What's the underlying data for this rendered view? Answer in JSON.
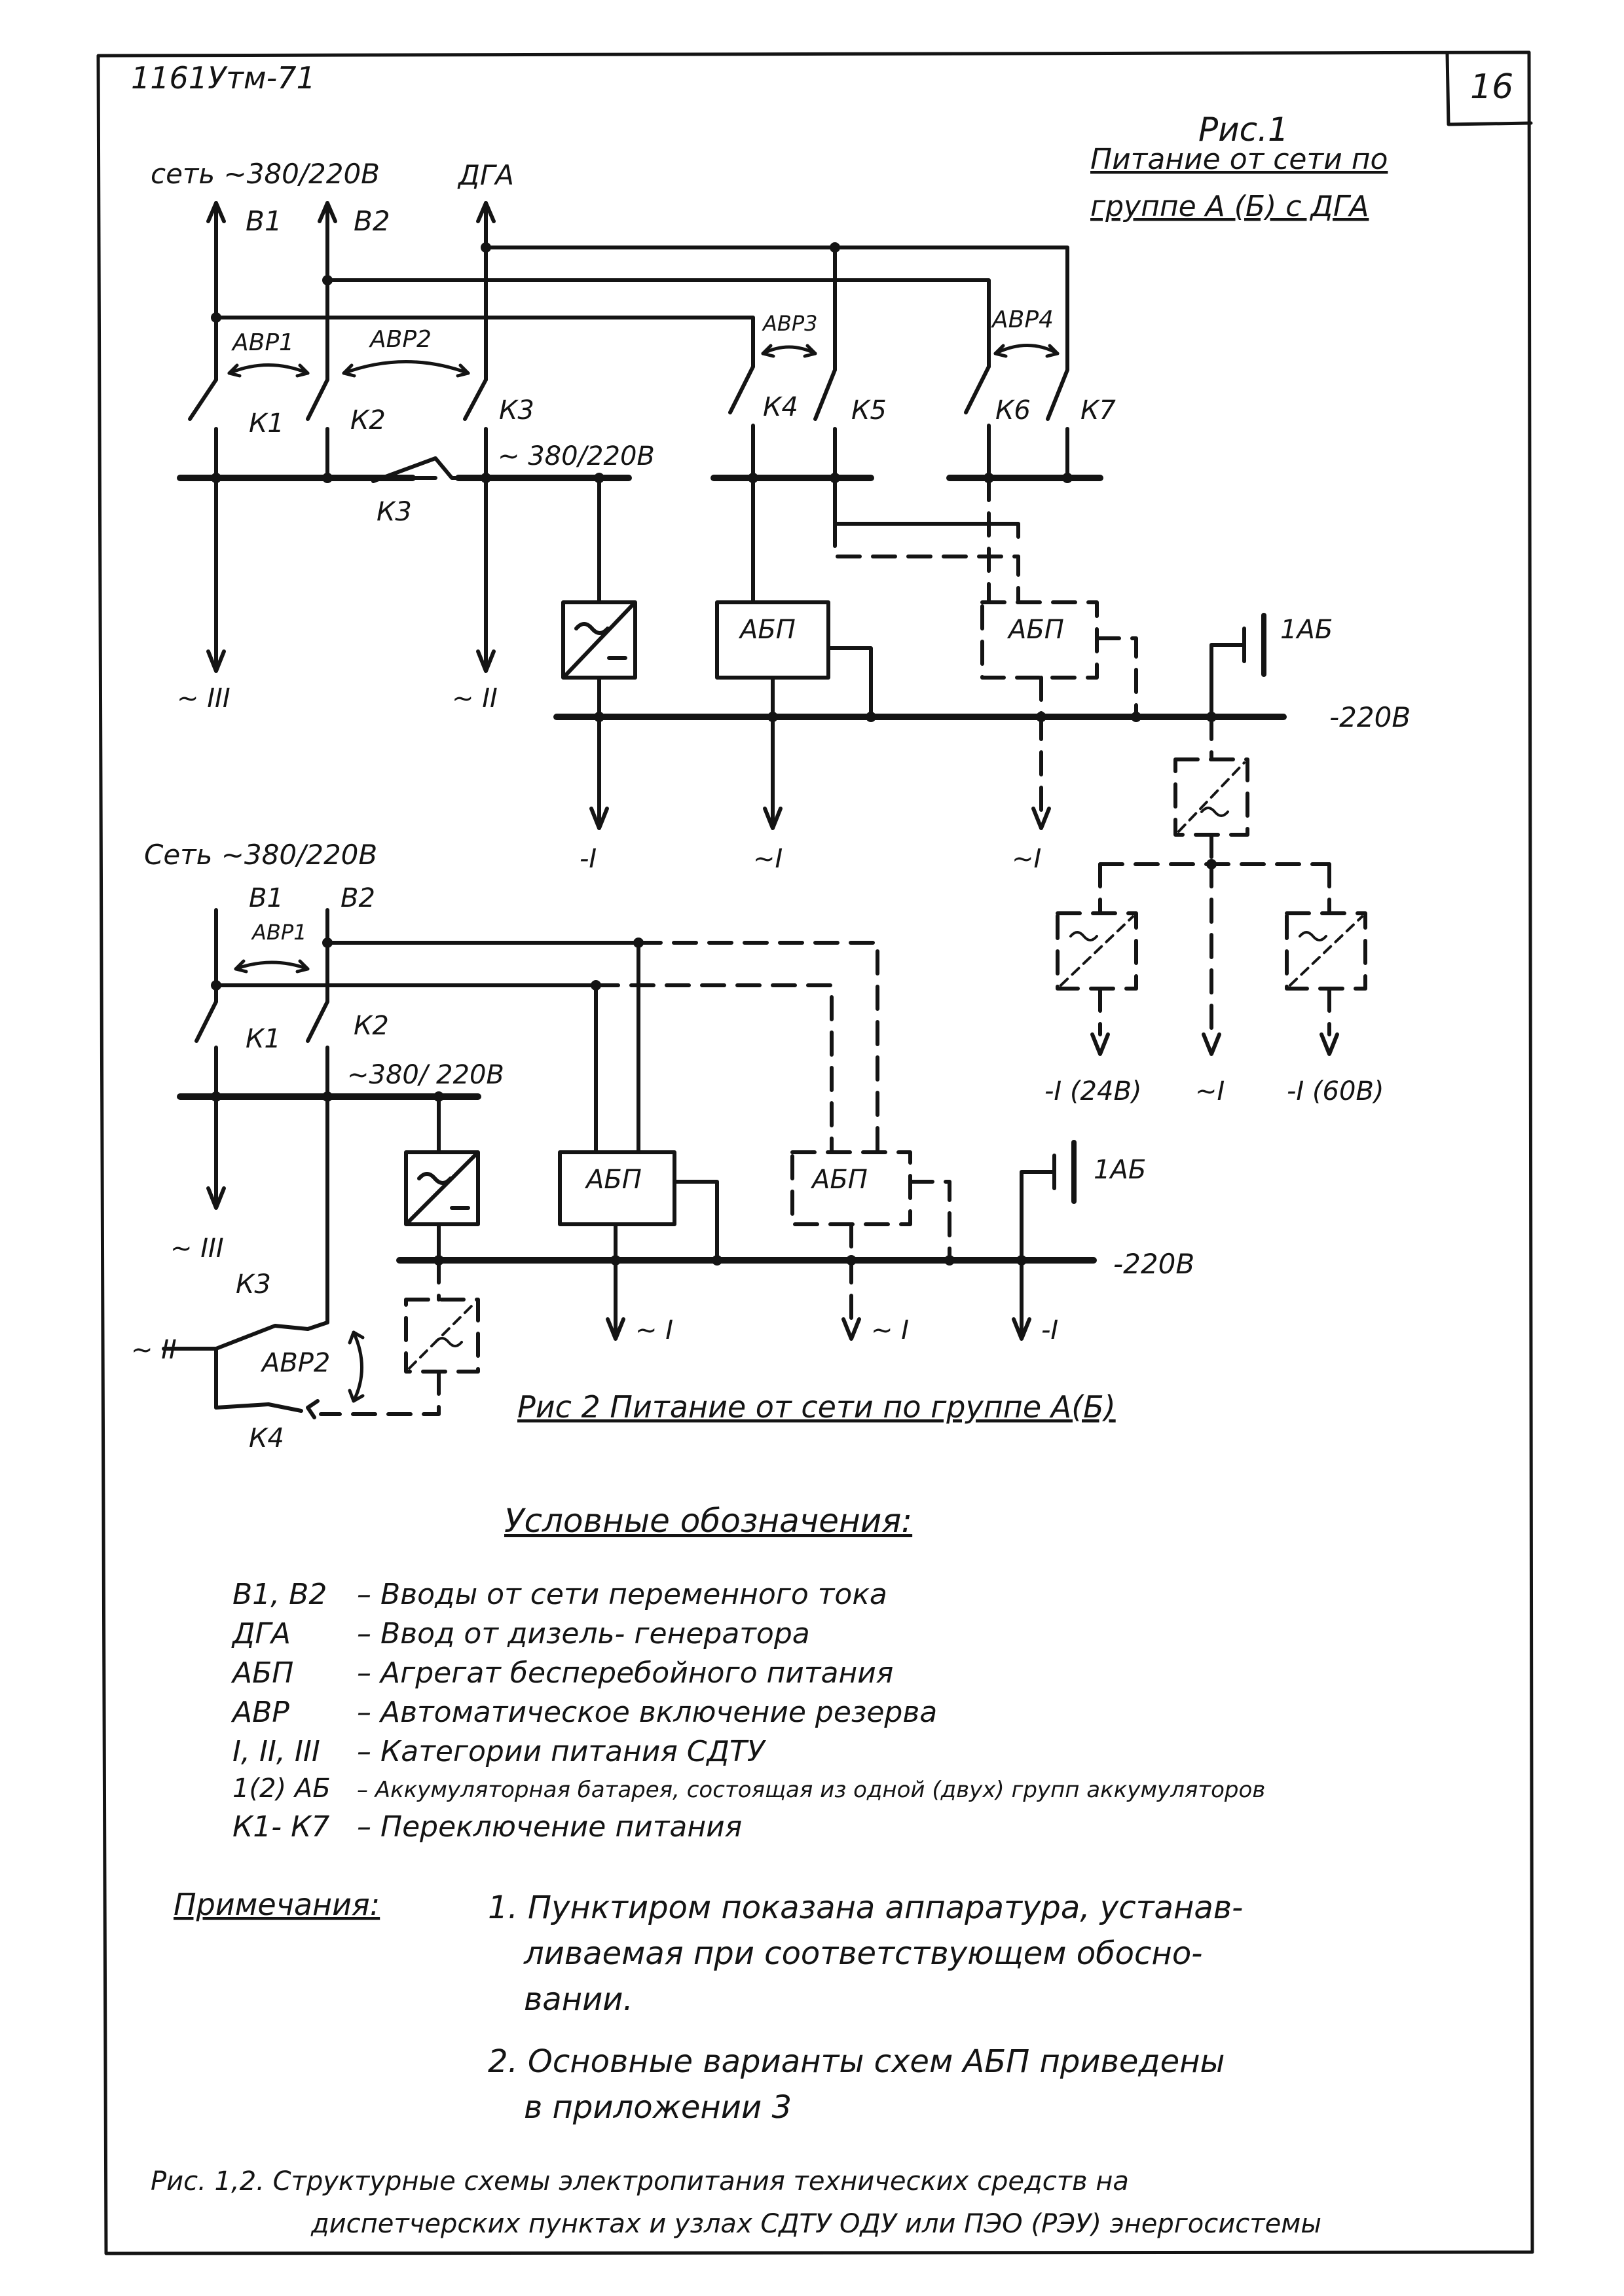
{
  "doc_code": "1161Утм-71",
  "page_number": "16",
  "fig1": {
    "caption_num": "Рис.1",
    "caption_line1": "Питание от сети по",
    "caption_line2": "группе А (Б) с ДГА",
    "source_label": "сеть ~380/220В",
    "dga_label": "ДГА",
    "in1_label": "В1",
    "in2_label": "В2",
    "avr1": "АВР1",
    "avr2": "АВР2",
    "avr3": "АВР3",
    "avr4": "АВР4",
    "k1": "К1",
    "k2": "К2",
    "k3": "К3",
    "k4": "К4",
    "k5": "К5",
    "k6": "К6",
    "k7": "К7",
    "k3_tie": "К3",
    "bus_voltage": "~ 380/220В",
    "out_left": "~ III",
    "out_mid": "~ II",
    "abp_a": "АБП",
    "abp_b": "АБП",
    "battery": "1АБ",
    "dc_bus": "-220В",
    "out_dc1": "-I",
    "out_ac1": "~I",
    "out_ac2": "~I",
    "out_24": "-I (24В)",
    "out_inv": "~I",
    "out_60": "-I (60В)"
  },
  "fig2": {
    "source_label": "Сеть ~380/220В",
    "in1_label": "В1",
    "in2_label": "В2",
    "avr1": "АВР1",
    "avr2": "АВР2",
    "k1": "К1",
    "k2": "К2",
    "k3": "К3",
    "k4": "К4",
    "bus_voltage": "~380/ 220В",
    "out_iii": "~ III",
    "out_ii": "~ II",
    "abp_a": "АБП",
    "abp_b": "АБП",
    "battery": "1АБ",
    "dc_bus": "-220В",
    "out_a": "~ I",
    "out_b": "~ I",
    "out_c": "-I",
    "caption": "Рис 2  Питание от сети по группе А(Б)"
  },
  "legend": {
    "title": "Условные обозначения:",
    "items": [
      {
        "term": "В1, В2",
        "desc": "– Вводы от сети переменного тока"
      },
      {
        "term": "ДГА",
        "desc": "– Ввод от дизель- генератора"
      },
      {
        "term": "АБП",
        "desc": "– Агрегат бесперебойного питания"
      },
      {
        "term": "АВР",
        "desc": "– Автоматическое включение резерва"
      },
      {
        "term": "I, II, III",
        "desc": "– Категории питания СДТУ"
      },
      {
        "term": "1(2) АБ",
        "desc": "– Аккумуляторная батарея, состоящая из одной (двух) групп аккумуляторов"
      },
      {
        "term": "К1- К7",
        "desc": "– Переключение питания"
      }
    ]
  },
  "notes": {
    "title": "Примечания:",
    "n1_line1": "1. Пунктиром показана аппаратура, устанав-",
    "n1_line2": "ливаемая при соответствующем обосно-",
    "n1_line3": "вании.",
    "n2_line1": "2. Основные варианты схем АБП приведены",
    "n2_line2": "в приложении 3"
  },
  "footer": {
    "line1": "Рис. 1,2. Структурные схемы электропитания технических средств на",
    "line2": "диспетчерских пунктах и узлах СДТУ ОДУ или ПЭО (РЭУ) энергосистемы"
  }
}
